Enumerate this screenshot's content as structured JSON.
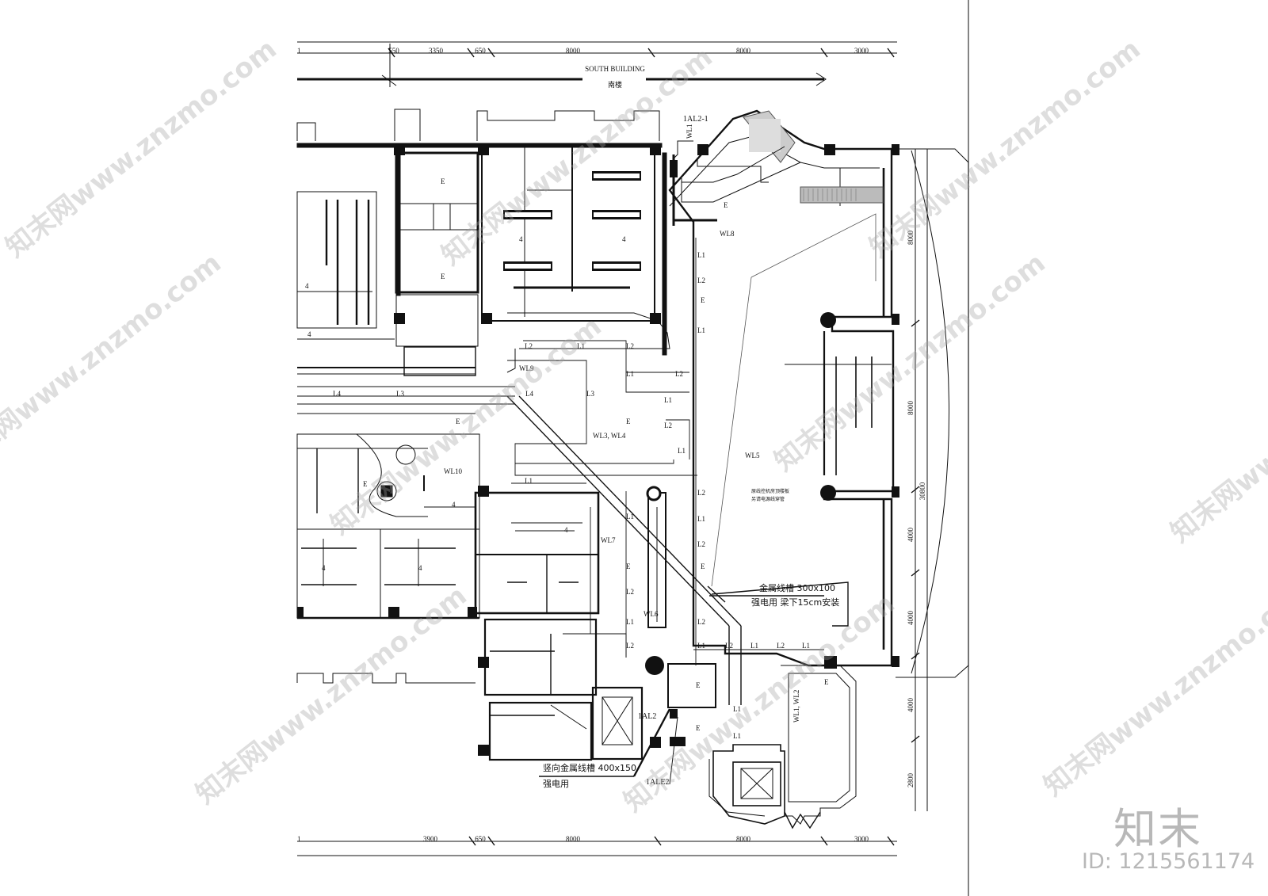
{
  "drawing": {
    "building_en": "SOUTH BUILDING",
    "building_cn": "南楼",
    "top_dims": [
      "1",
      "550",
      "3350",
      "650",
      "8000",
      "8000",
      "3000"
    ],
    "bottom_dims": [
      "1",
      "3900",
      "650",
      "8000",
      "8000",
      "3000"
    ],
    "right_dims": [
      "8000",
      "8000",
      "4000",
      "4000",
      "4000",
      "2800"
    ],
    "right_total": "30800",
    "panel_labels": [
      "1AL2-1",
      "1AL2",
      "1ALE2"
    ],
    "circuit_labels": [
      "WL1",
      "WL8",
      "WL9",
      "WL3, WL4",
      "WL5",
      "WL10",
      "WL7",
      "WL6",
      "WL1, WL2"
    ],
    "line_labels": [
      "L1",
      "L2",
      "L3",
      "L4"
    ],
    "fixture_marks": [
      "E",
      "4"
    ],
    "notes": {
      "tray_horizontal_1": "金属线槽 300x100",
      "tray_horizontal_2": "强电用  梁下15cm安装",
      "tray_vertical_1": "竖向金属线槽 400x150",
      "tray_vertical_2": "强电用",
      "small_note_1": "原线控机房顶楼板",
      "small_note_2": "另请电源线穿管"
    }
  },
  "watermark": {
    "text": "知末网www.znzmo.com",
    "brand": "知末",
    "id": "ID: 1215561174"
  }
}
